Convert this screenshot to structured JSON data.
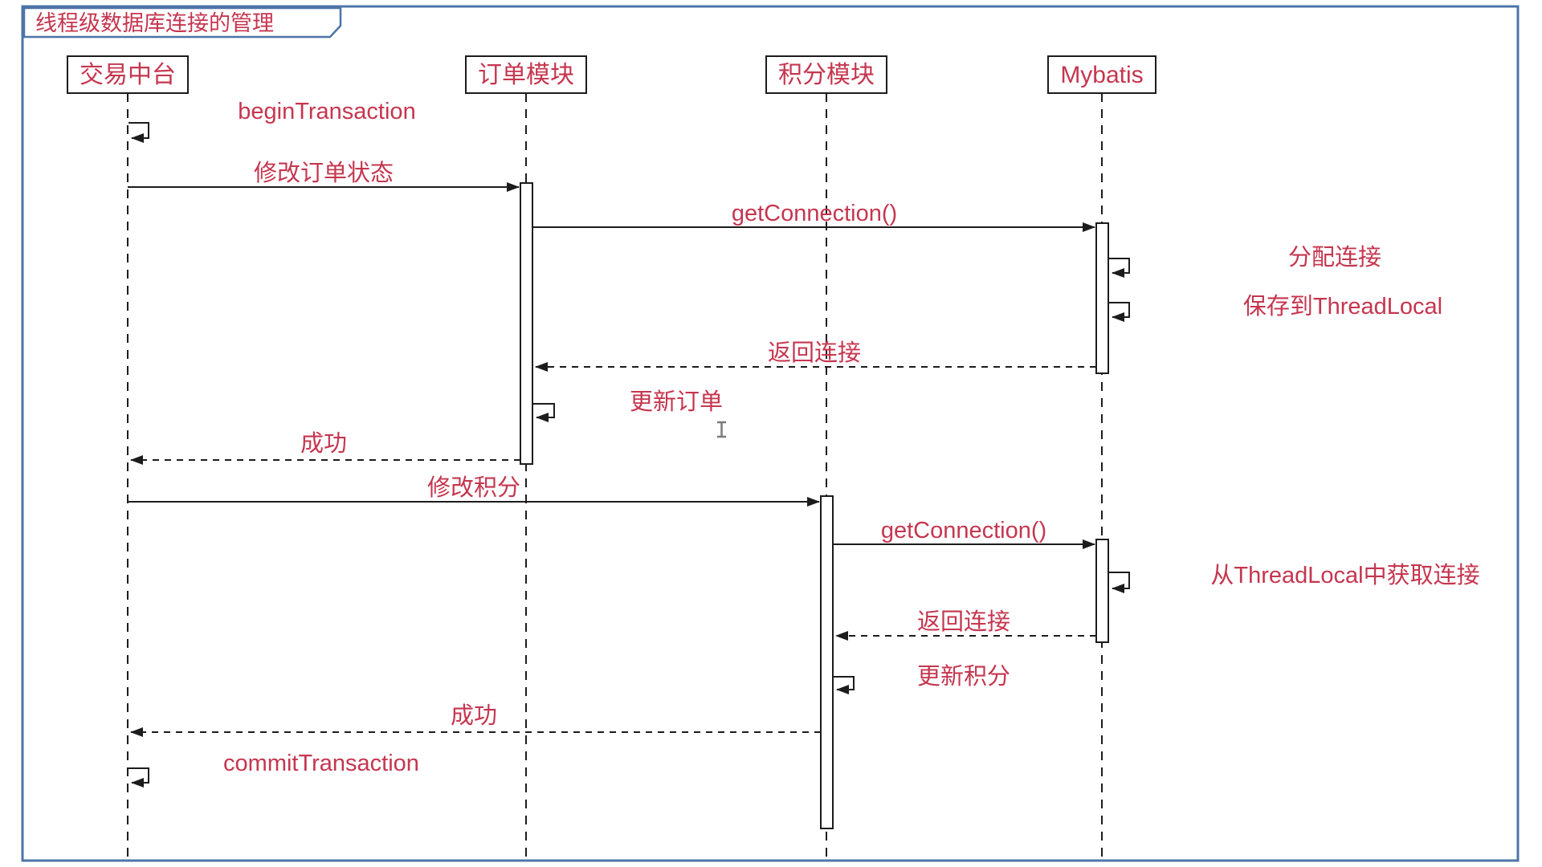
{
  "colors": {
    "accent_red": "#C5364F",
    "frame_blue": "#4D74A8",
    "line_black": "#1c1c1c"
  },
  "diagram": {
    "title": "线程级数据库连接的管理",
    "participants": [
      {
        "name": "交易中台"
      },
      {
        "name": "订单模块"
      },
      {
        "name": "积分模块"
      },
      {
        "name": "Mybatis"
      }
    ],
    "messages": [
      {
        "label": "beginTransaction",
        "from": "交易中台",
        "to": "交易中台",
        "kind": "self"
      },
      {
        "label": "修改订单状态",
        "from": "交易中台",
        "to": "订单模块",
        "kind": "solid"
      },
      {
        "label": "getConnection()",
        "from": "订单模块",
        "to": "Mybatis",
        "kind": "solid"
      },
      {
        "label": "分配连接",
        "from": "Mybatis",
        "to": "Mybatis",
        "kind": "self"
      },
      {
        "label": "保存到ThreadLocal",
        "from": "Mybatis",
        "to": "Mybatis",
        "kind": "self"
      },
      {
        "label": "返回连接",
        "from": "Mybatis",
        "to": "订单模块",
        "kind": "dashed"
      },
      {
        "label": "更新订单",
        "from": "订单模块",
        "to": "订单模块",
        "kind": "self"
      },
      {
        "label": "成功",
        "from": "订单模块",
        "to": "交易中台",
        "kind": "dashed"
      },
      {
        "label": "修改积分",
        "from": "交易中台",
        "to": "积分模块",
        "kind": "solid"
      },
      {
        "label": "getConnection()",
        "from": "积分模块",
        "to": "Mybatis",
        "kind": "solid"
      },
      {
        "label": "从ThreadLocal中获取连接",
        "from": "Mybatis",
        "to": "Mybatis",
        "kind": "self"
      },
      {
        "label": "返回连接",
        "from": "Mybatis",
        "to": "积分模块",
        "kind": "dashed"
      },
      {
        "label": "更新积分",
        "from": "积分模块",
        "to": "积分模块",
        "kind": "self"
      },
      {
        "label": "成功",
        "from": "积分模块",
        "to": "交易中台",
        "kind": "dashed"
      },
      {
        "label": "commitTransaction",
        "from": "交易中台",
        "to": "交易中台",
        "kind": "self"
      }
    ]
  }
}
